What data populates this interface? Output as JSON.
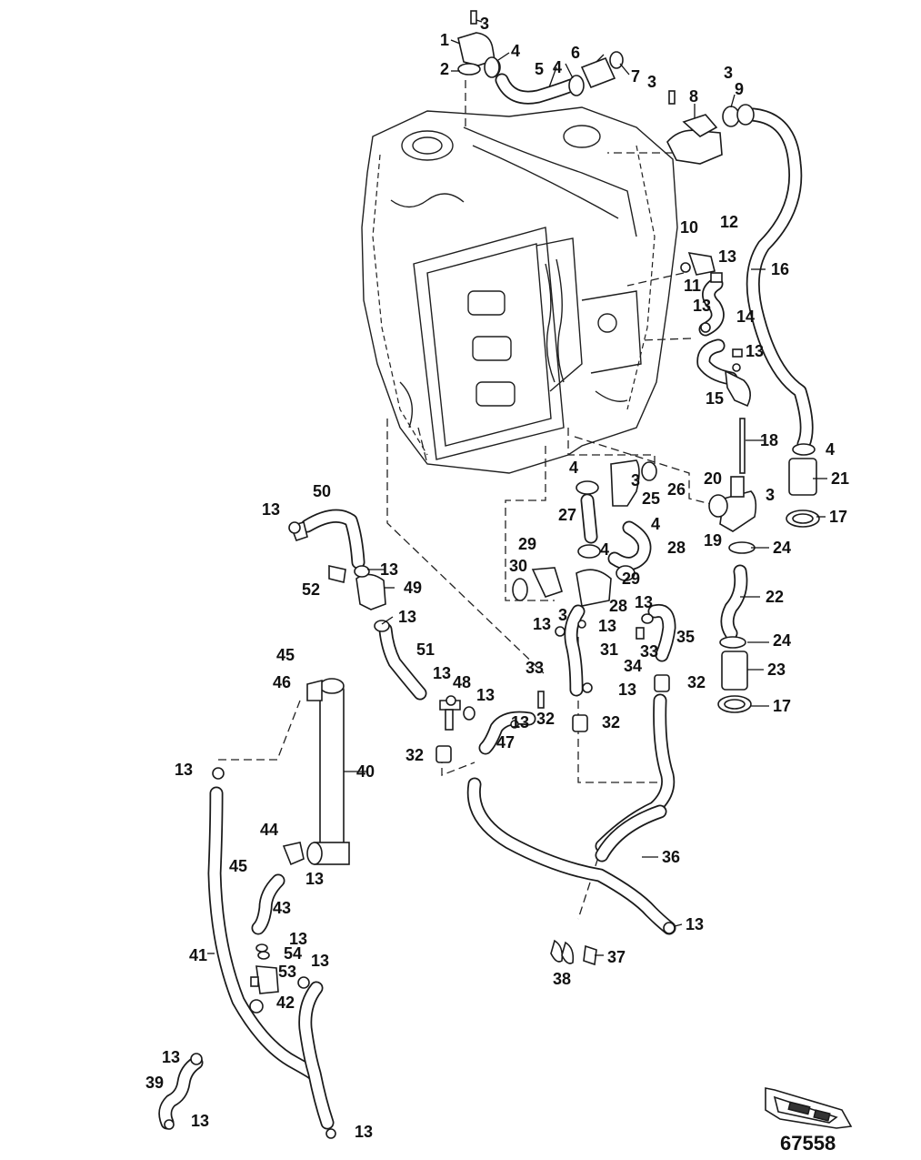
{
  "figure": {
    "id": "67558"
  },
  "callouts": [
    "1",
    "2",
    "3",
    "4",
    "5",
    "6",
    "7",
    "8",
    "9",
    "10",
    "11",
    "12",
    "13",
    "14",
    "15",
    "16",
    "17",
    "18",
    "19",
    "20",
    "21",
    "22",
    "23",
    "24",
    "25",
    "26",
    "27",
    "28",
    "29",
    "30",
    "31",
    "32",
    "33",
    "34",
    "35",
    "36",
    "37",
    "38",
    "39",
    "40",
    "41",
    "42",
    "43",
    "44",
    "45",
    "46",
    "47",
    "48",
    "49",
    "50",
    "51",
    "52",
    "53",
    "54"
  ],
  "icons": {
    "orientation": "boat-orientation-icon"
  }
}
